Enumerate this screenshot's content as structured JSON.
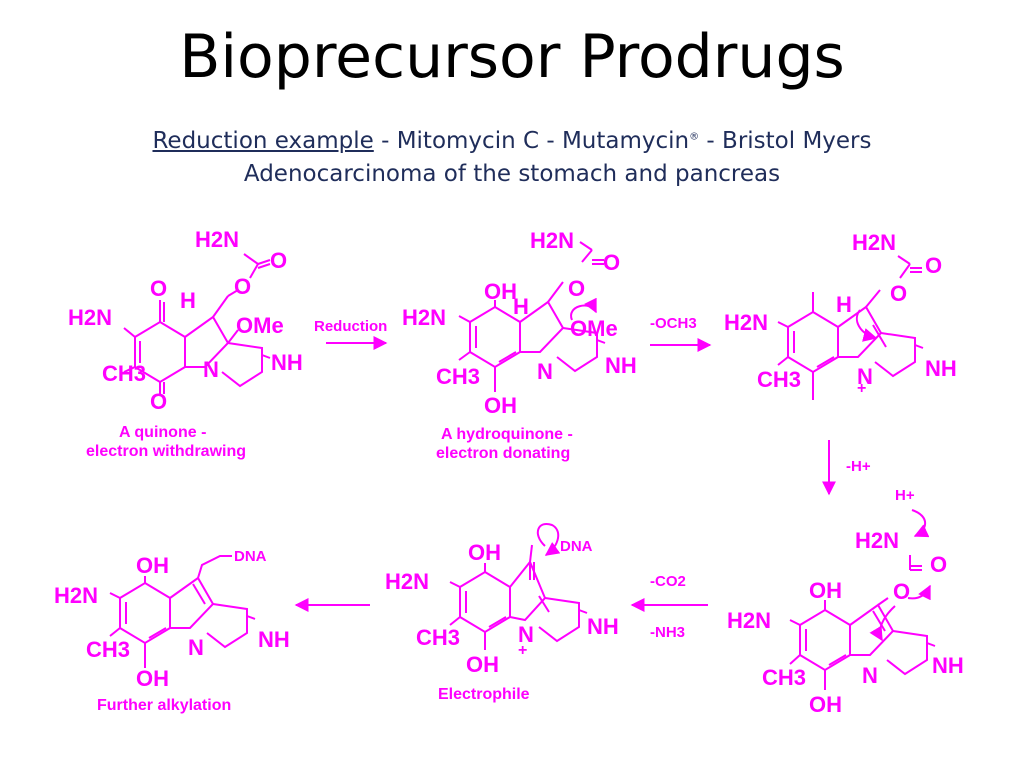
{
  "title": "Bioprecursor Prodrugs",
  "subtitle": {
    "link": "Reduction example",
    "line1_rest": " - Mitomycin C - Mutamycin",
    "reg": "®",
    "line1_end": " - Bristol Myers",
    "line2": "Adenocarcinoma of the  stomach and pancreas"
  },
  "labels": {
    "h2n": "H2N",
    "o": "O",
    "oh": "OH",
    "h": "H",
    "ome": "OMe",
    "n": "N",
    "nh": "NH",
    "ch3": "CH3",
    "dna": "DNA",
    "plus": "+",
    "minus": "-",
    "hplus": "H+"
  },
  "arrows": {
    "reduction": "Reduction",
    "loss_och3": "-OCH3",
    "loss_h": "-H+",
    "loss_co2": "-CO2",
    "loss_nh3": "-NH3"
  },
  "captions": {
    "quinone_1": "A quinone -",
    "quinone_2": "electron withdrawing",
    "hydroquinone_1": "A hydroquinone -",
    "hydroquinone_2": "electron donating",
    "electrophile": "Electrophile",
    "further": "Further alkylation"
  },
  "colors": {
    "accent": "#ff00ff",
    "subtitle": "#1f2d5a"
  }
}
